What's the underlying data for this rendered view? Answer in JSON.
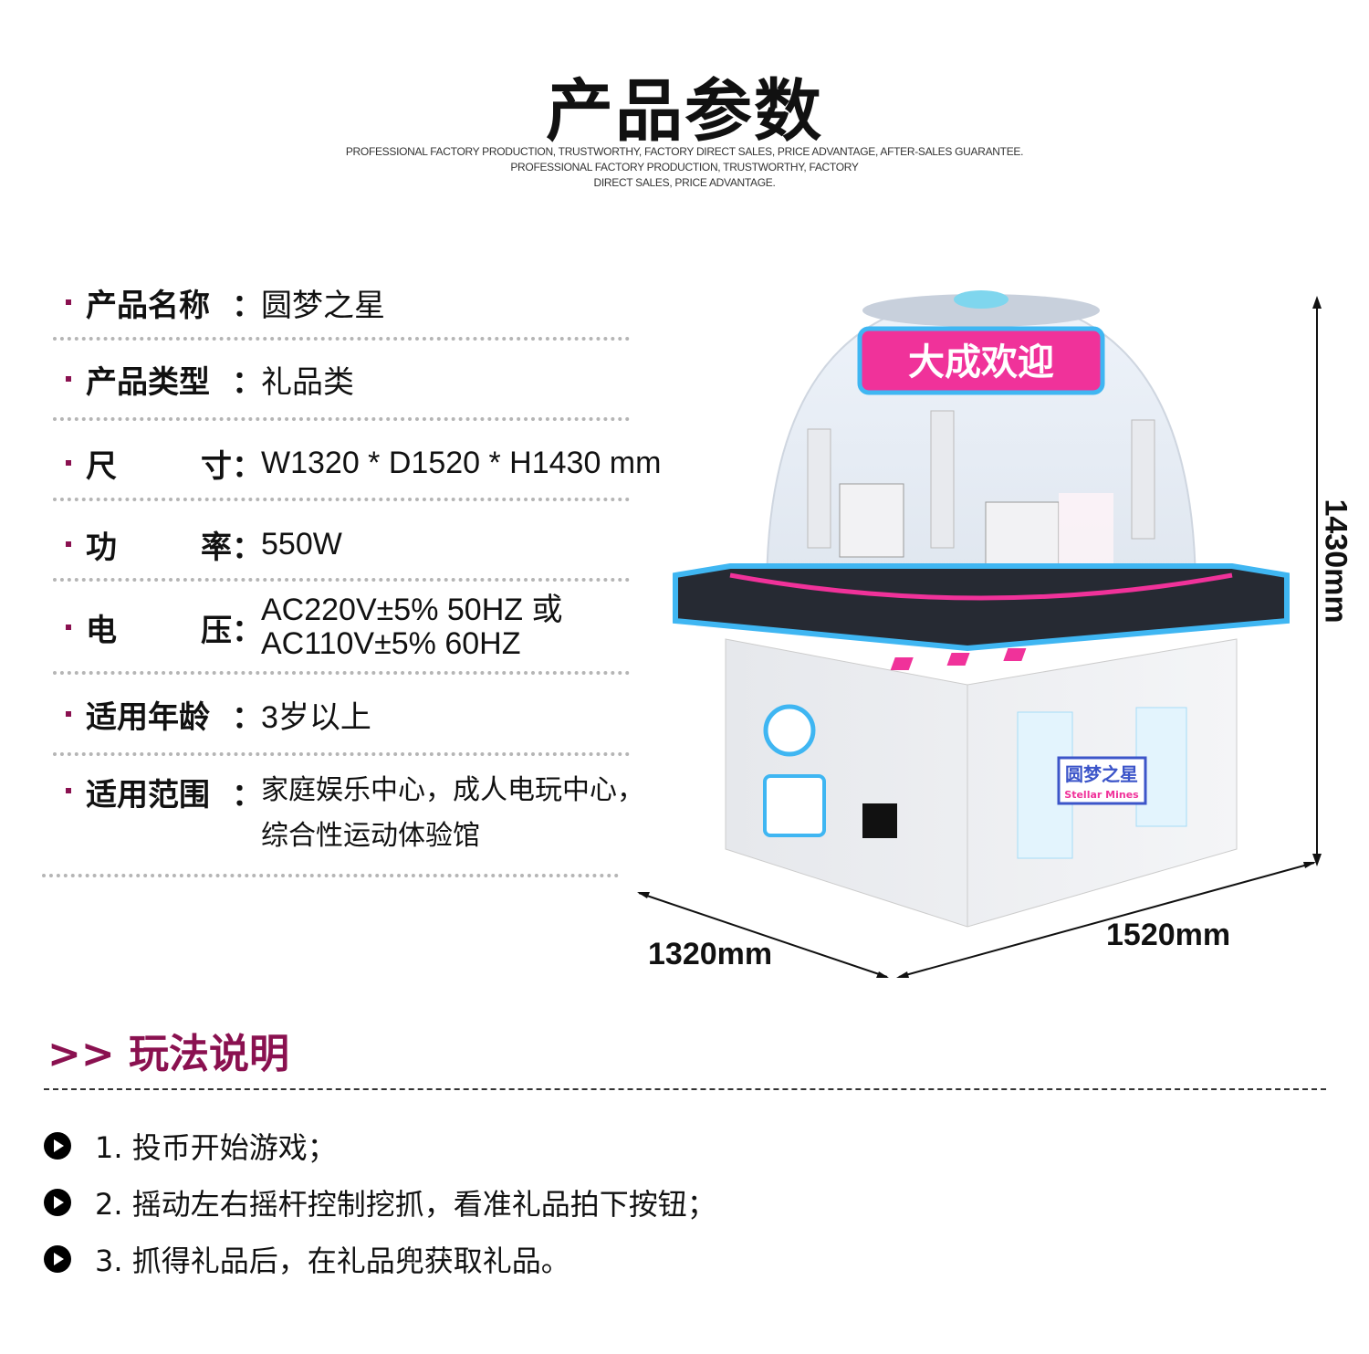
{
  "header": {
    "title": "产品参数",
    "subtitle_lines": [
      "PROFESSIONAL FACTORY PRODUCTION, TRUSTWORTHY, FACTORY DIRECT SALES, PRICE ADVANTAGE, AFTER-SALES GUARANTEE.",
      "PROFESSIONAL FACTORY PRODUCTION, TRUSTWORTHY, FACTORY",
      "DIRECT SALES, PRICE ADVANTAGE."
    ]
  },
  "specs": [
    {
      "label": "产品名称",
      "value": "圆梦之星"
    },
    {
      "label": "产品类型",
      "value": "礼品类"
    },
    {
      "label_a": "尺",
      "label_b": "寸",
      "value": "W1320 * D1520 * H1430 mm"
    },
    {
      "label_a": "功",
      "label_b": "率",
      "value": "550W"
    },
    {
      "label_a": "电",
      "label_b": "压",
      "value": "AC220V±5%  50HZ 或",
      "value2": "AC110V±5%  60HZ"
    },
    {
      "label": "适用年龄",
      "value": "3岁以上"
    },
    {
      "label": "适用范围",
      "value": "家庭娱乐中心，成人电玩中心，",
      "value2": "综合性运动体验馆"
    }
  ],
  "colon": "：",
  "dimensions": {
    "height": "1430mm",
    "width": "1320mm",
    "depth": "1520mm"
  },
  "machine": {
    "logo_text": "圆梦之星",
    "logo_sub": "Stellar Mines",
    "banner": "大成欢迎"
  },
  "colors": {
    "accent": "#8a1150",
    "neon_blue": "#3fb6f2",
    "neon_pink": "#f0329a"
  },
  "play": {
    "title": ">> 玩法说明",
    "steps": [
      "1. 投币开始游戏；",
      "2. 摇动左右摇杆控制挖抓，看准礼品拍下按钮；",
      "3. 抓得礼品后，在礼品兜获取礼品。"
    ]
  }
}
